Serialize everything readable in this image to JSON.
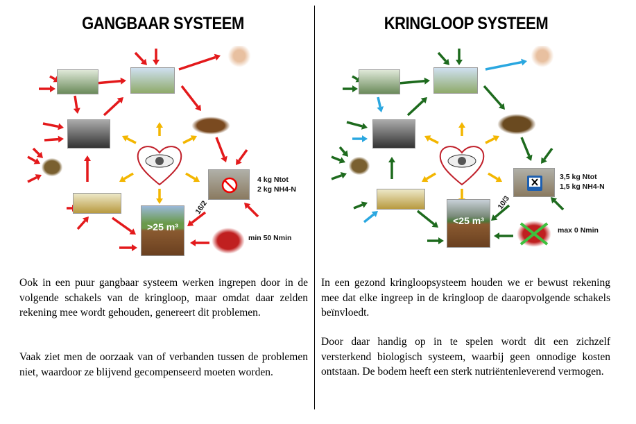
{
  "left": {
    "title": "GANGBAAR SYSTEEM",
    "diagram": {
      "nutrient_label_1": "4 kg Ntot",
      "nutrient_label_2": "2 kg NH4-N",
      "ratio_label": "16/2",
      "volume_label": ">25 m³",
      "fertilizer_label": "min 50 Nmin"
    },
    "paragraphs": [
      "Ook in een puur gangbaar systeem werken ingrepen door in de volgende schakels van de kringloop, maar omdat daar zelden rekening mee wordt gehouden, genereert dit problemen.",
      "Vaak ziet men de oorzaak van of verbanden tussen de problemen niet, waardoor ze blijvend gecompenseerd moeten worden."
    ]
  },
  "right": {
    "title": "KRINGLOOP SYSTEEM",
    "diagram": {
      "nutrient_label_1": "3,5 kg Ntot",
      "nutrient_label_2": "1,5 kg NH4-N",
      "ratio_label": "10/3",
      "volume_label": "<25 m³",
      "fertilizer_label": "max 0 Nmin"
    },
    "paragraphs": [
      "In een gezond kringloopsysteem houden we er bewust rekening mee dat elke ingreep in de kringloop de daaropvolgende schakels beïnvloedt.",
      "Door daar handig op in te spelen wordt dit een zichzelf versterkend biologisch systeem, waarbij geen onnodige kosten ontstaan. De bodem heeft een sterk nutriëntenleverend vermogen."
    ]
  },
  "colors": {
    "red": "#e3191b",
    "yellow": "#f3b600",
    "green": "#1d6a1d",
    "blue": "#2aa7e0"
  }
}
